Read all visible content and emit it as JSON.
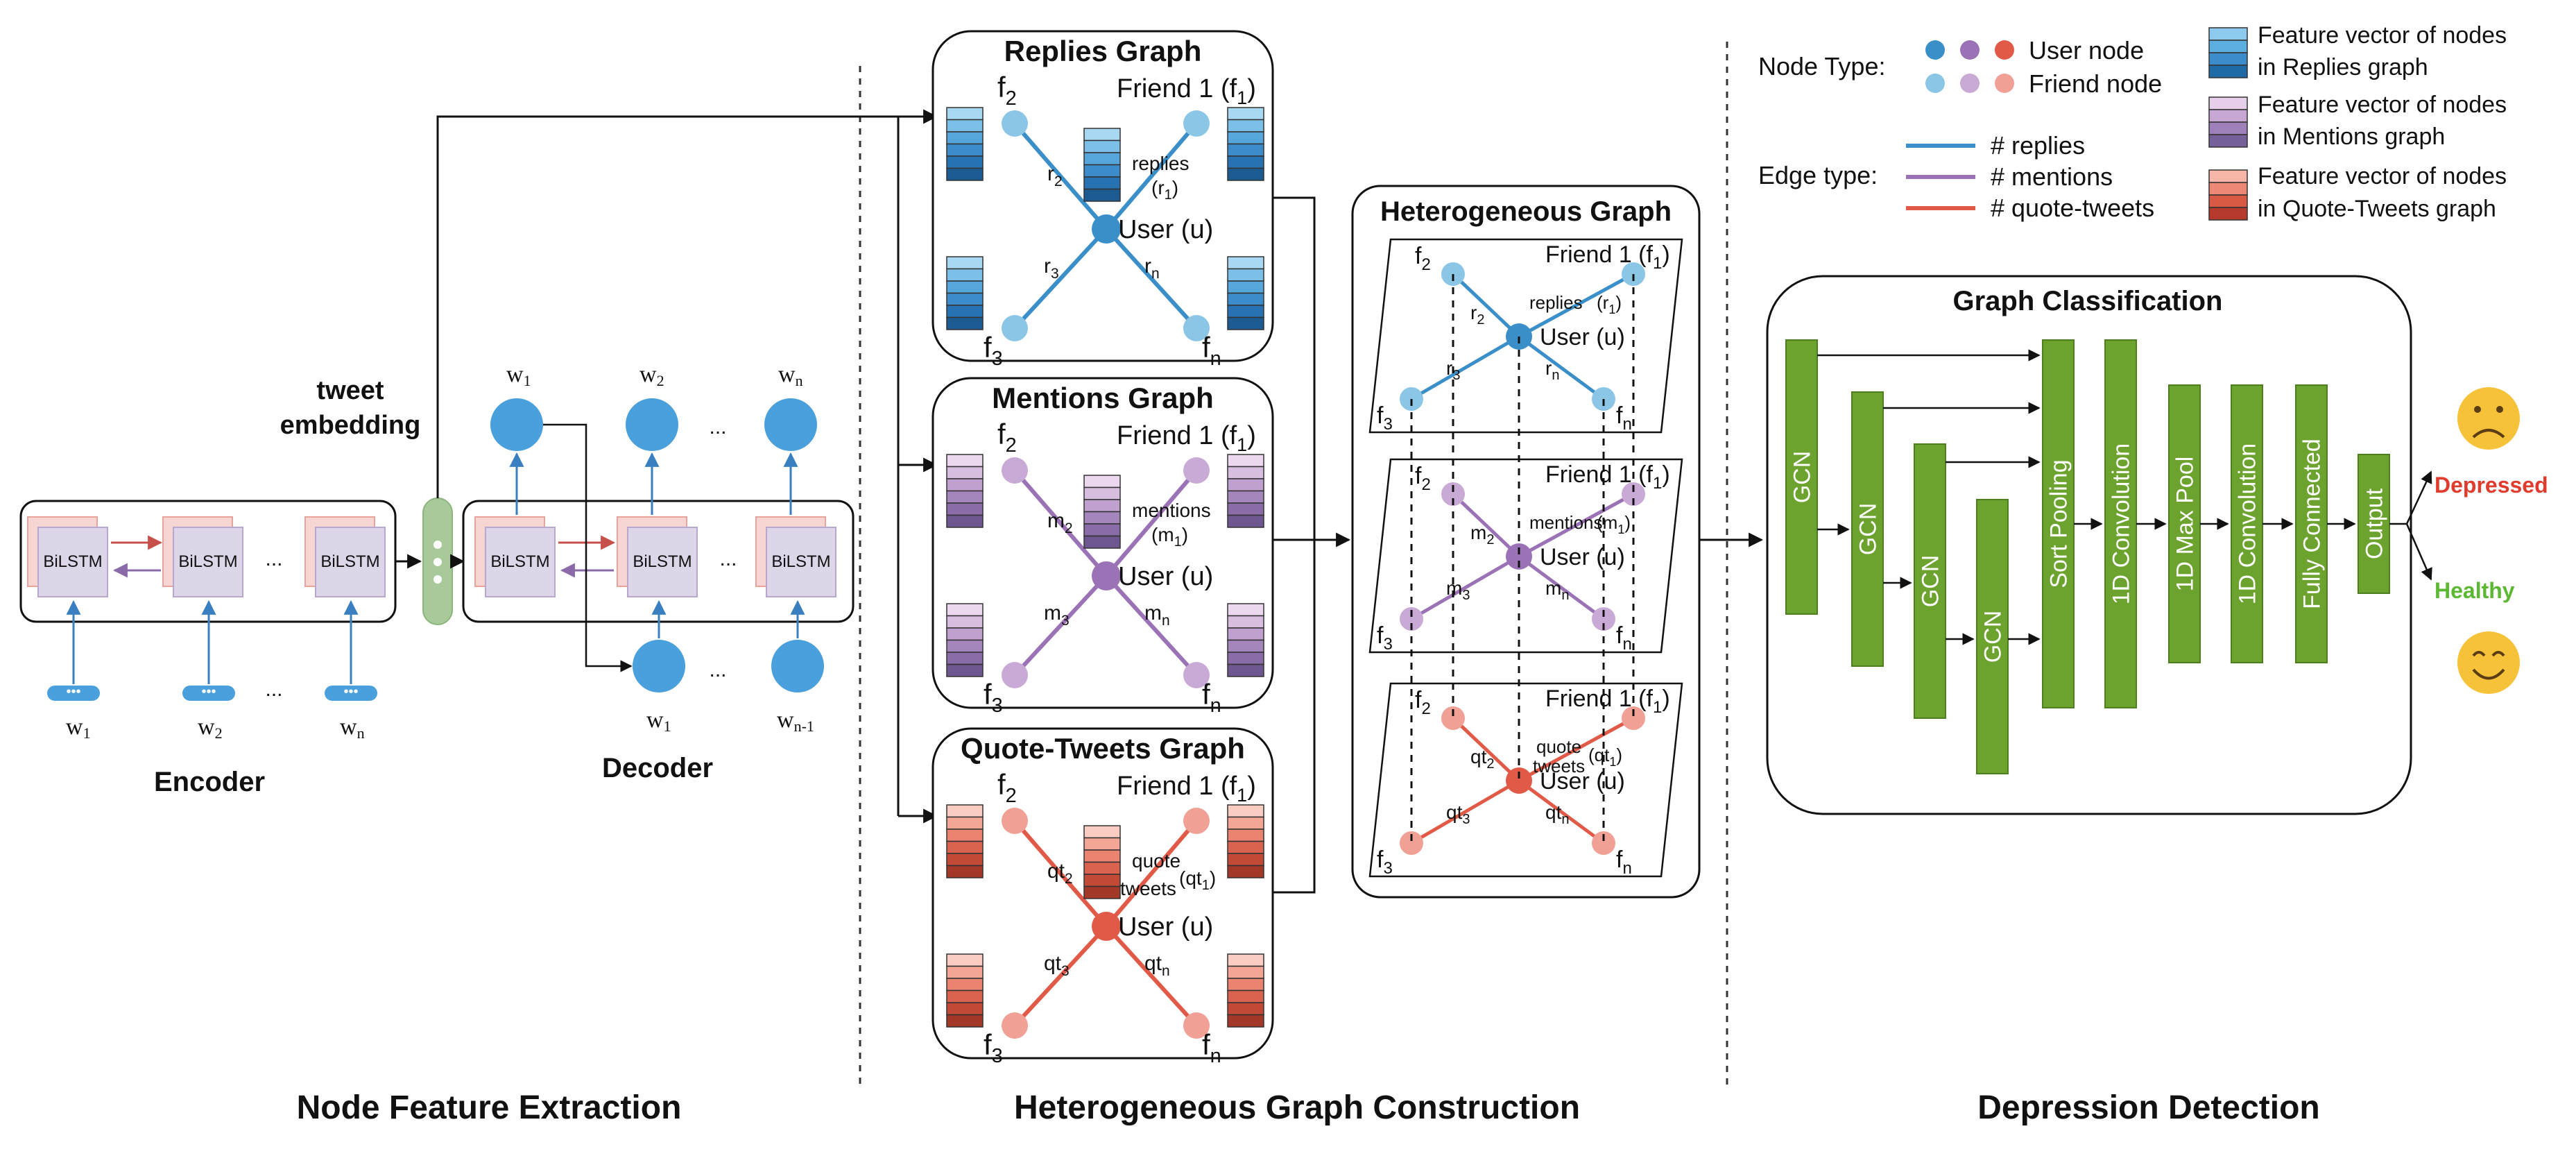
{
  "sections": {
    "left": "Node Feature Extraction",
    "middle": "Heterogeneous Graph Construction",
    "right": "Depression Detection"
  },
  "encoder": {
    "label": "Encoder",
    "cell": "BiLSTM",
    "ellipsis": "...",
    "inputs": [
      "w",
      "w",
      "w"
    ],
    "input_subs": [
      "1",
      "2",
      "n"
    ]
  },
  "tweet_embedding": {
    "line1": "tweet",
    "line2": "embedding"
  },
  "decoder": {
    "label": "Decoder",
    "cell": "BiLSTM",
    "ellipsis": "...",
    "outputs": [
      "w",
      "w",
      "w"
    ],
    "output_subs": [
      "1",
      "2",
      "n"
    ],
    "inputs": [
      "w",
      "w"
    ],
    "input_subs": [
      "1",
      "n-1"
    ]
  },
  "graphs": [
    {
      "title": "Replies Graph",
      "color": "#3a8fc9",
      "light": "#8cc6e6",
      "f2": "f",
      "f2s": "2",
      "friend": "Friend 1 (f",
      "friend_s": "1",
      "friend_end": ")",
      "f3": "f",
      "f3s": "3",
      "fn": "f",
      "fns": "n",
      "user": "User (u)",
      "edge_word": "replies",
      "e1": "(r",
      "e1s": "1",
      "e1e": ")",
      "e2": "r",
      "e2s": "2",
      "e3": "r",
      "e3s": "3",
      "en": "r",
      "ens": "n"
    },
    {
      "title": "Mentions Graph",
      "color": "#9a72b5",
      "light": "#c9a9d6",
      "f2": "f",
      "f2s": "2",
      "friend": "Friend 1 (f",
      "friend_s": "1",
      "friend_end": ")",
      "f3": "f",
      "f3s": "3",
      "fn": "f",
      "fns": "n",
      "user": "User (u)",
      "edge_word": "mentions",
      "e1": "(m",
      "e1s": "1",
      "e1e": ")",
      "e2": "m",
      "e2s": "2",
      "e3": "m",
      "e3s": "3",
      "en": "m",
      "ens": "n"
    },
    {
      "title": "Quote-Tweets Graph",
      "color": "#e05a47",
      "light": "#f0a094",
      "f2": "f",
      "f2s": "2",
      "friend": "Friend 1 (f",
      "friend_s": "1",
      "friend_end": ")",
      "f3": "f",
      "f3s": "3",
      "fn": "f",
      "fns": "n",
      "user": "User (u)",
      "edge_word": "quote",
      "edge_word2": "tweets",
      "e1": "(qt",
      "e1s": "1",
      "e1e": ")",
      "e2": "qt",
      "e2s": "2",
      "e3": "qt",
      "e3s": "3",
      "en": "qt",
      "ens": "n"
    }
  ],
  "hetero": {
    "title": "Heterogeneous Graph"
  },
  "legend": {
    "node_type": "Node Type:",
    "user_node": "User node",
    "friend_node": "Friend node",
    "edge_type": "Edge type:",
    "replies": "# replies",
    "mentions": "# mentions",
    "quote_tweets": "# quote-tweets",
    "fv_replies_1": "Feature vector of nodes",
    "fv_replies_2": "in Replies graph",
    "fv_mentions_1": "Feature vector of nodes",
    "fv_mentions_2": "in Mentions graph",
    "fv_quote_1": "Feature vector of nodes",
    "fv_quote_2": "in Quote-Tweets graph"
  },
  "classification": {
    "title": "Graph Classification",
    "layers": [
      "GCN",
      "GCN",
      "GCN",
      "GCN",
      "Sort Pooling",
      "1D Convolution",
      "1D Max Pool",
      "1D Convolution",
      "Fully Connected",
      "Output"
    ],
    "depressed": "Depressed",
    "healthy": "Healthy",
    "layer_color": "#6ba32e",
    "depressed_color": "#e03b2c",
    "healthy_color": "#5cb832"
  },
  "colors": {
    "replies_dark": "#3a8fc9",
    "mentions_dark": "#9a72b5",
    "quote_dark": "#e05a47",
    "decoder_node": "#4a9fdd",
    "emoji": "#f6c23a"
  }
}
